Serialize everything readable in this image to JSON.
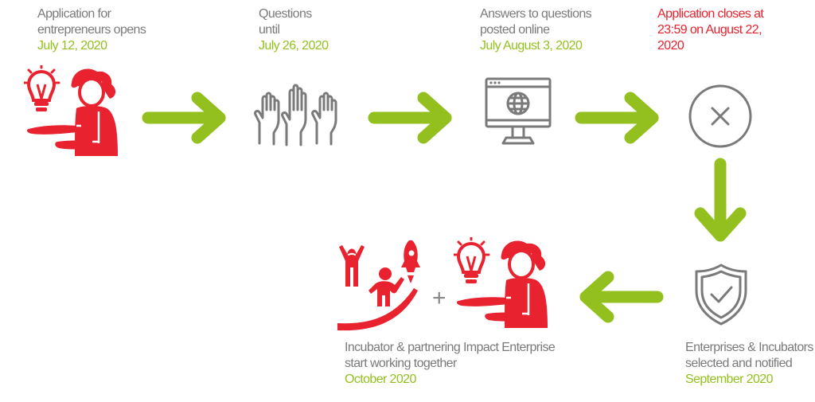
{
  "steps": {
    "open": {
      "line1": "Application for",
      "line2": "entrepreneurs opens",
      "date": "July 12, 2020"
    },
    "questions": {
      "line1": "Questions",
      "line2": "until",
      "date": "July 26, 2020"
    },
    "answers": {
      "line1": "Answers to questions",
      "line2": "posted online",
      "date": "July August 3, 2020"
    },
    "closes": {
      "line1": "Application closes at",
      "line2": "23:59 on August 22,",
      "line3": "2020"
    },
    "selected": {
      "line1": "Enterprises & Incubators",
      "line2": "selected and notified",
      "date": "September 2020"
    },
    "together": {
      "line1": "Incubator & partnering Impact Enterprise",
      "line2": "start working together",
      "date": "October 2020"
    }
  },
  "plus_sign": "+",
  "colors": {
    "accent_green": "#93c01f",
    "accent_red": "#e8222e",
    "icon_gray": "#7a7a7a",
    "text_gray": "#7a7a7a"
  },
  "icons": [
    "entrepreneur-idea-icon",
    "raised-hands-icon",
    "web-monitor-icon",
    "close-circle-icon",
    "shield-check-icon",
    "team-rocket-icon"
  ]
}
